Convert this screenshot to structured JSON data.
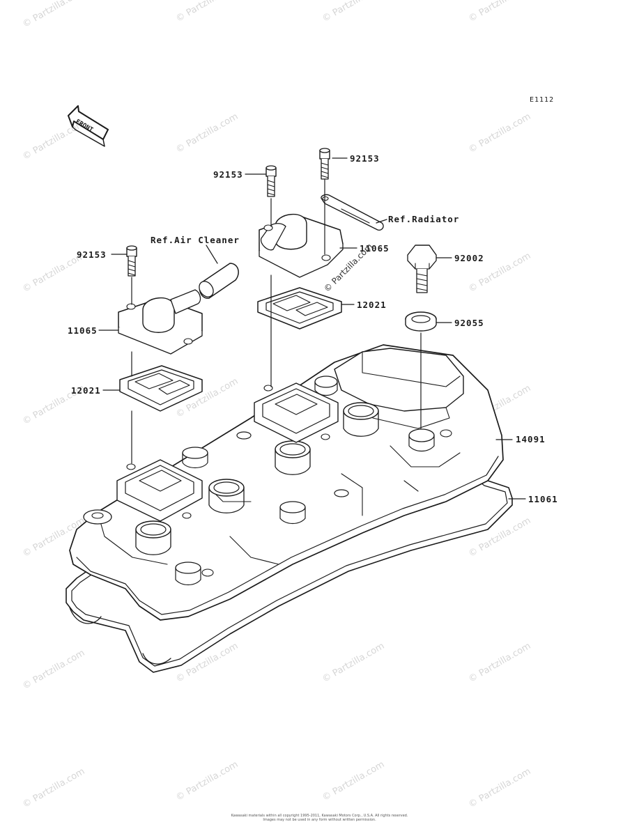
{
  "diagram": {
    "code": "E1112",
    "front_label": "FRONT",
    "watermark": "© Partzilla.com",
    "footer_line1": "Kawasaki materials within all copyright 1995-2011, Kawasaki Motors Corp., U.S.A. All rights reserved.",
    "footer_line2": "Images may not be used in any form without written permission.",
    "labels": {
      "bolt_top_left": "92153",
      "bolt_top_right": "92153",
      "bolt_left": "92153",
      "ref_air_cleaner": "Ref.Air Cleaner",
      "ref_radiator": "Ref.Radiator",
      "cover_right": "11065",
      "cover_left": "11065",
      "bolt_92002": "92002",
      "gasket_right": "12021",
      "gasket_left": "12021",
      "washer": "92055",
      "head_cover": "14091",
      "head_gasket": "11061"
    }
  }
}
